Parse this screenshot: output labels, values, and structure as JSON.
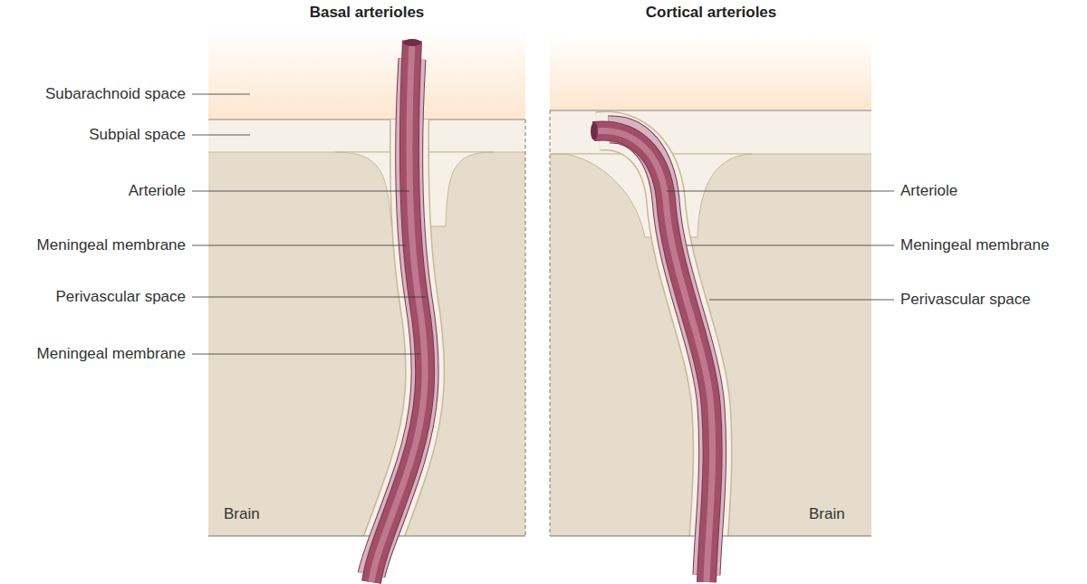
{
  "diagram": {
    "labels": [
      "Basal arterioles",
      "Cortical arterioles",
      "Subarachnoid space",
      "Subpial space",
      "Arteriole",
      "Meningeal membrane",
      "Perivascular space",
      "Meningeal membrane",
      "Brain",
      "Arteriole",
      "Meningeal membrane",
      "Perivascular space",
      "Brain"
    ]
  }
}
